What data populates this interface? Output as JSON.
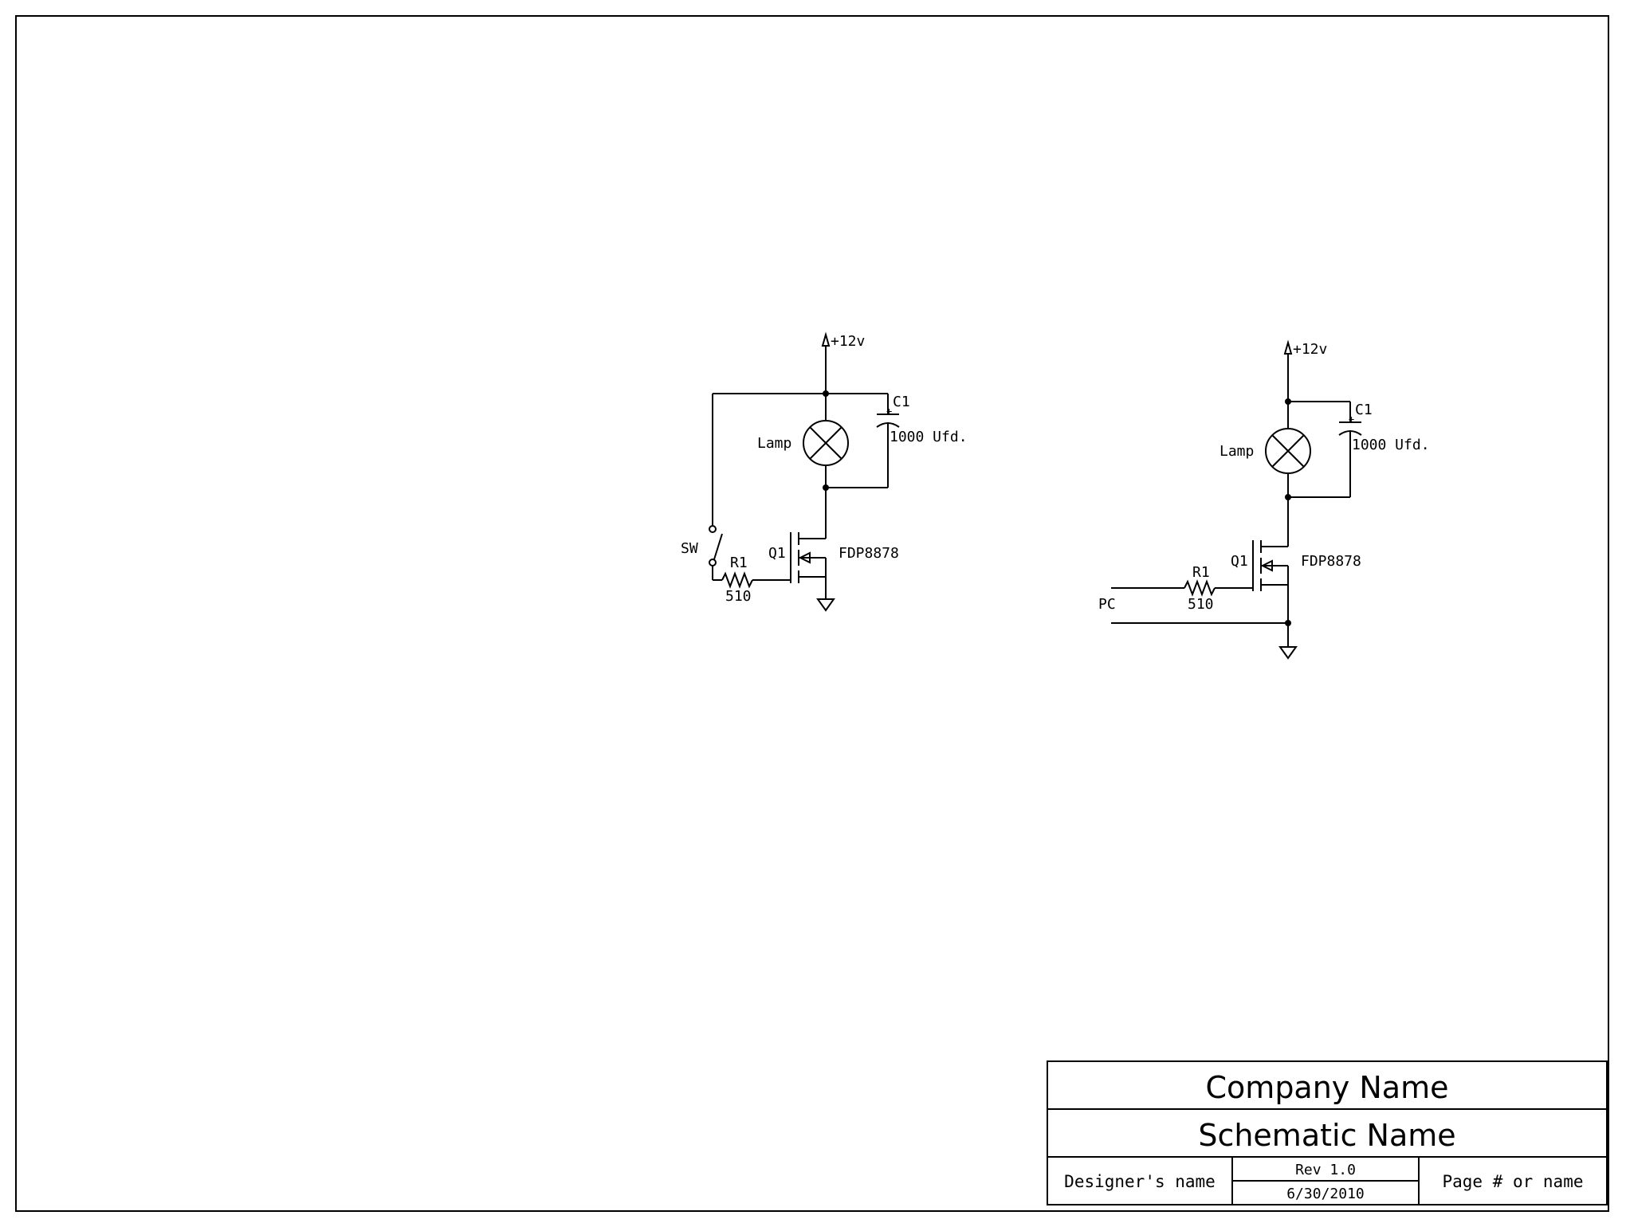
{
  "circuits": [
    {
      "supply": "+12v",
      "capacitor": {
        "ref": "C1",
        "value": "1000 Ufd.",
        "polarity": "+"
      },
      "lamp": "Lamp",
      "transistor": {
        "ref": "Q1",
        "part": "FDP8878"
      },
      "switch": "SW",
      "resistor": {
        "ref": "R1",
        "value": "510"
      }
    },
    {
      "supply": "+12v",
      "capacitor": {
        "ref": "C1",
        "value": "1000 Ufd.",
        "polarity": "+"
      },
      "lamp": "Lamp",
      "transistor": {
        "ref": "Q1",
        "part": "FDP8878"
      },
      "input": "PC",
      "resistor": {
        "ref": "R1",
        "value": "510"
      }
    }
  ],
  "title_block": {
    "company": "Company Name",
    "schematic": "Schematic Name",
    "designer": "Designer's name",
    "revision": "Rev 1.0",
    "date": "6/30/2010",
    "page": "Page # or name"
  }
}
